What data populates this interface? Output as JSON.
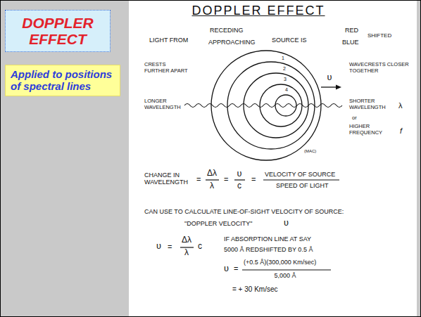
{
  "diagram": {
    "title": "DOPPLER EFFECT",
    "nodes": [
      {
        "text": [
          "DOPPLER EFFECT"
        ]
      },
      {
        "text": [
          "Applied to positions of spectral lines"
        ]
      }
    ],
    "labels": [
      "LIGHT FROM",
      "RECEDING",
      "APPROACHING",
      "SOURCE IS",
      "RED",
      "BLUE",
      "SHIFTED",
      "CRESTS FURTHER APART",
      "WAVECRESTS CLOSER TOGETHER",
      "1",
      "2",
      "3",
      "4",
      "ʋ",
      "LONGER WAVELENGTH",
      "SHORTER WAVELENGTH",
      "λ",
      "or",
      "HIGHER FREQUENCY",
      "f",
      "(MAC)",
      "CHANGE IN WAVELENGTH",
      "=",
      "Δλ",
      "λ",
      "=",
      "ʋ",
      "c",
      "=",
      "VELOCITY OF SOURCE",
      "SPEED OF LIGHT",
      "CAN USE TO CALCULATE LINE-OF-SIGHT VELOCITY OF SOURCE:",
      "\"DOPPLER VELOCITY\"",
      "ʋ",
      "ʋ",
      "=",
      "Δλ",
      "λ",
      "c",
      "IF ABSORPTION LINE AT SAY",
      "5000 Å REDSHIFTED BY 0.5 Å",
      "ʋ",
      "=",
      "(+0.5 Å)(300,000 Km/sec)",
      "5,000 Å",
      "= + 30 Km/sec"
    ]
  }
}
